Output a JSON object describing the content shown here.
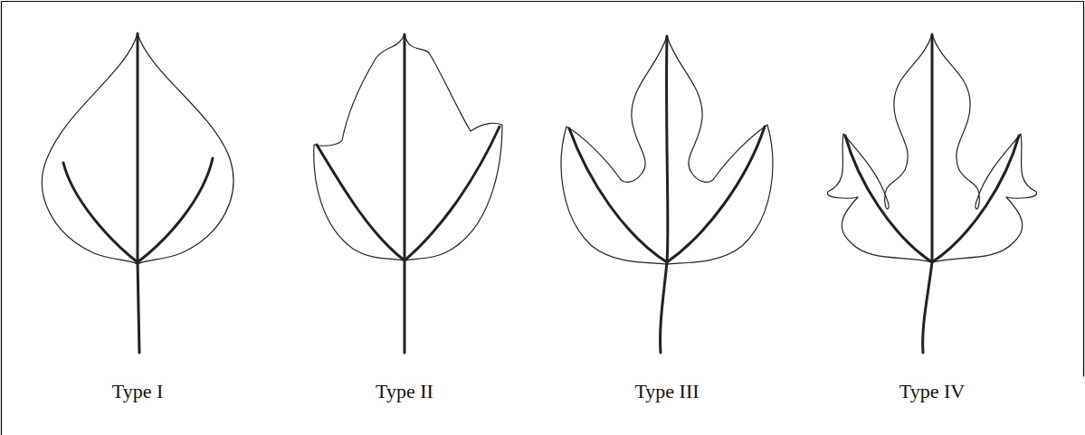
{
  "diagram": {
    "labels": [
      "Type I",
      "Type II",
      "Type III",
      "Type IV"
    ]
  }
}
